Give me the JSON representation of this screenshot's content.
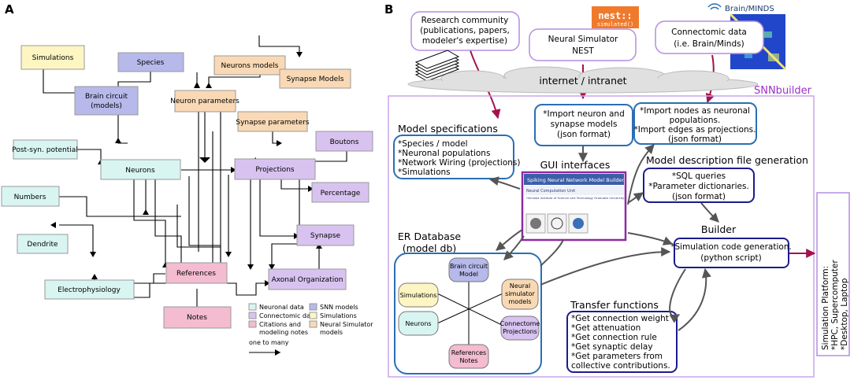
{
  "panel_a": {
    "label": "A",
    "entities": {
      "simulations": "Simulations",
      "species": "Species",
      "brain_circuit_1": "Brain circuit",
      "brain_circuit_2": "(models)",
      "neurons_models": "Neurons models",
      "synapse_models": "Synapse Models",
      "neuron_parameters": "Neuron parameters",
      "synapse_parameters": "Synapse parameters",
      "post_syn": "Post-syn. potential",
      "neurons": "Neurons",
      "projections": "Projections",
      "boutons": "Boutons",
      "numbers": "Numbers",
      "percentage": "Percentage",
      "dendrite": "Dendrite",
      "synapse": "Synapse",
      "references": "References",
      "axonal": "Axonal Organization",
      "electrophysiology": "Electrophysiology",
      "notes": "Notes"
    },
    "legend": {
      "neuronal_data": "Neuronal data",
      "connectomic_data": "Connectomic data",
      "citations_1": "Citations and",
      "citations_2": "modeling notes",
      "snn_models": "SNN models",
      "simulations": "Simulations",
      "neural_sim_1": "Neural Simulator",
      "neural_sim_2": "models",
      "one_to_many": "one to many"
    },
    "colors": {
      "neuronal": "#d9f5f2",
      "connectomic": "#d8c3f0",
      "citations": "#f4bcd0",
      "snn": "#b6b9ea",
      "simulations": "#fdf6c3",
      "neural_sim": "#f9d9b5"
    }
  },
  "panel_b": {
    "label": "B",
    "research": [
      "Research community",
      "(publications, papers,",
      "modeler's expertise)"
    ],
    "nest_logo": {
      "title": "nest::",
      "sub": "simulated()"
    },
    "neural_sim": [
      "Neural Simulator",
      "NEST"
    ],
    "brainminds_logo": "Brain/MINDS",
    "connectomic": [
      "Connectomic data",
      "(i.e. Brain/Minds)"
    ],
    "internet": "internet / intranet",
    "snnbuilder": "SNNbuilder",
    "import_neuron": [
      "*Import neuron and",
      "synapse models",
      "(json format)"
    ],
    "import_nodes": [
      "*Import nodes as neuronal",
      "populations.",
      "*Import edges as projections.",
      "(json format)"
    ],
    "model_spec_title": "Model specifications",
    "model_spec": [
      "*Species / model",
      "*Neuronal populations",
      "*Network Wiring (projections)",
      "*Simulations"
    ],
    "gui_title": "GUI interfaces",
    "gui_screen": {
      "header": "Spiking Neural Network Model Builder",
      "unit": "Neural Computation Unit",
      "inst": "Okinawa Institute of Science and Technology Graduate University"
    },
    "model_desc_title": "Model description file generation",
    "model_desc": [
      "*SQL queries",
      "*Parameter dictionaries.",
      "(json format)"
    ],
    "builder_title": "Builder",
    "builder": [
      "*Simulation code generation.",
      "(python script)"
    ],
    "er_title": [
      "ER Database",
      "(model db)"
    ],
    "er_nodes": {
      "brain": [
        "Brain circuit",
        "Model"
      ],
      "simulations": "Simulations",
      "neural_sim": [
        "Neural",
        "simulator",
        "models"
      ],
      "neurons": "Neurons",
      "connectome": [
        "Connectome",
        "Projections"
      ],
      "references": [
        "References",
        "Notes"
      ]
    },
    "transfer_title": "Transfer functions",
    "transfer": [
      "*Get connection weight",
      "*Get attenuation",
      "*Get connection rule",
      "*Get synaptic delay",
      "*Get parameters from",
      "collective contributions."
    ],
    "platform": [
      "Simulation Platform:",
      "*HPC, Supercomputer",
      "*Desktop, Laptop"
    ],
    "colors": {
      "purple": "#9b30c8",
      "blue": "#1d5aa8",
      "crimson": "#a3114f",
      "navy": "#1b1b8f",
      "lavender": "#b48ee0"
    }
  }
}
